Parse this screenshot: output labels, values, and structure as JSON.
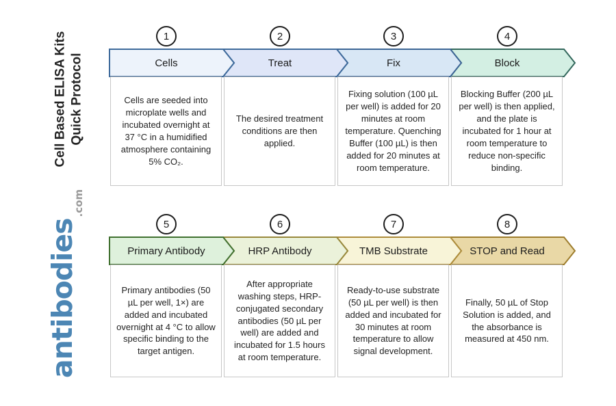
{
  "branding": {
    "title_line1": "Cell Based ELISA Kits",
    "title_line2": "Quick Protocol",
    "logo_text": "antibodies",
    "logo_suffix": ".com",
    "logo_color": "#4c86b4",
    "logo_suffix_color": "#9a9a9a"
  },
  "steps": [
    {
      "number": "1",
      "label": "Cells",
      "fill": "#edf3fb",
      "border": "#3e6a9b",
      "description": "Cells are seeded into microplate wells and incubated overnight at 37 °C in a humidified atmosphere containing 5% CO₂."
    },
    {
      "number": "2",
      "label": "Treat",
      "fill": "#dfe6f8",
      "border": "#3e6a9b",
      "description": "The desired treatment conditions are then applied."
    },
    {
      "number": "3",
      "label": "Fix",
      "fill": "#d8e7f5",
      "border": "#3c6595",
      "description": "Fixing solution (100 µL per well) is added for 20 minutes at room temperature. Quenching Buffer (100 µL) is then added for 20 minutes at room temperature."
    },
    {
      "number": "4",
      "label": "Block",
      "fill": "#d3efe3",
      "border": "#33685c",
      "description": "Blocking Buffer (200 µL per well) is then applied, and the plate is incubated for 1 hour at room temperature to reduce non-specific binding."
    },
    {
      "number": "5",
      "label": "Primary Antibody",
      "fill": "#def1dc",
      "border": "#40702f",
      "description": "Primary antibodies (50 µL per well, 1×) are added and incubated overnight at 4 °C to allow specific binding to the target antigen."
    },
    {
      "number": "6",
      "label": "HRP Antibody",
      "fill": "#ebf2da",
      "border": "#98893c",
      "description": "After appropriate washing steps, HRP-conjugated secondary antibodies (50 µL per well) are added and incubated for 1.5 hours at room temperature."
    },
    {
      "number": "7",
      "label": "TMB Substrate",
      "fill": "#f8f4d8",
      "border": "#ad8c3b",
      "description": "Ready-to-use substrate (50 µL per well) is then added and incubated for 30 minutes at room temperature to allow signal development."
    },
    {
      "number": "8",
      "label": "STOP and Read",
      "fill": "#e9d8a6",
      "border": "#9e7d2d",
      "description": "Finally, 50 µL of Stop Solution is added, and the absorbance is measured at 450 nm."
    }
  ]
}
